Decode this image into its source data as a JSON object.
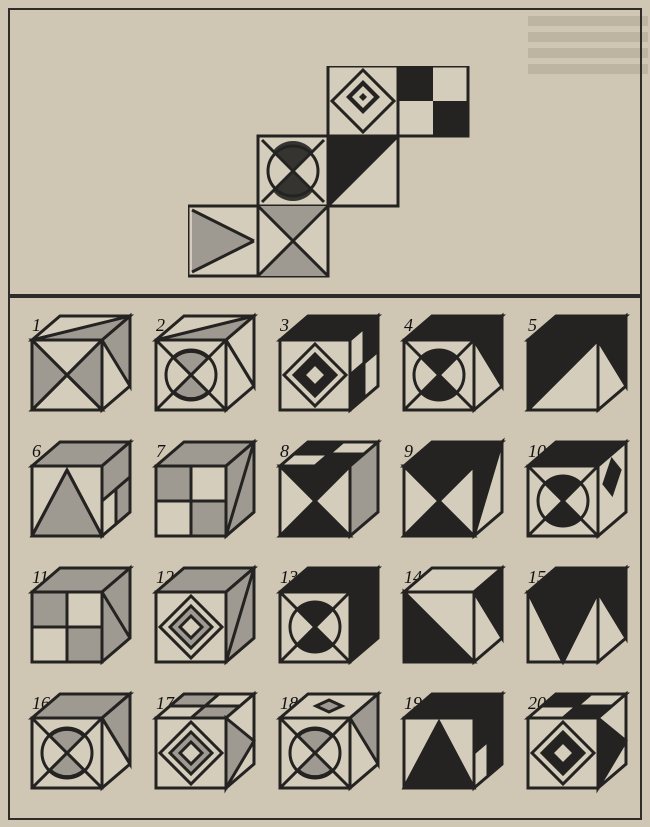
{
  "puzzle": {
    "net_faces": [
      "diamond-square",
      "checker",
      "circle-x",
      "split-triangle",
      "right-triangle",
      "bowtie"
    ],
    "options": [
      {
        "label": "1"
      },
      {
        "label": "2"
      },
      {
        "label": "3"
      },
      {
        "label": "4"
      },
      {
        "label": "5"
      },
      {
        "label": "6"
      },
      {
        "label": "7"
      },
      {
        "label": "8"
      },
      {
        "label": "9"
      },
      {
        "label": "10"
      },
      {
        "label": "11"
      },
      {
        "label": "12"
      },
      {
        "label": "13"
      },
      {
        "label": "14"
      },
      {
        "label": "15"
      },
      {
        "label": "16"
      },
      {
        "label": "17"
      },
      {
        "label": "18"
      },
      {
        "label": "19"
      },
      {
        "label": "20"
      }
    ]
  },
  "colors": {
    "ink": "#242322",
    "paper": "#d5cdbb",
    "gray": "#9f9a91",
    "dark": "#262523"
  }
}
